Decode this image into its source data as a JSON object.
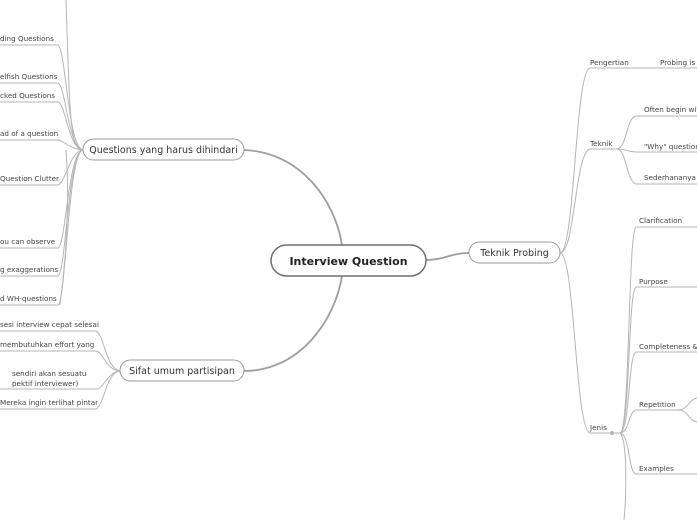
{
  "root": {
    "label": "Interview Question"
  },
  "left_branches": [
    {
      "label": "Questions yang harus dihindari",
      "children": [
        "ding Questions",
        "elfish Questions",
        "cked Questions",
        "ad of a question",
        "Question Clutter",
        "ou can observe",
        "g exaggerations",
        "d WH-questions"
      ]
    },
    {
      "label": "Sifat umum partisipan",
      "children": [
        "sesi interview cepat selesai",
        "membutuhkan effort yang",
        "sendiri akan sesuatu",
        "pektif interviewer)",
        "Mereka ingin terlihat pintar"
      ]
    }
  ],
  "right_branch": {
    "label": "Teknik Probing",
    "children": [
      {
        "label": "Pengertian",
        "children": [
          "Probing is a"
        ]
      },
      {
        "label": "Teknik",
        "children": [
          "Often begin wit",
          "\"Why\" question",
          "Sederhananya b"
        ]
      },
      {
        "label": "Jenis",
        "children": [
          "Clarification",
          "Purpose",
          "Completeness & a",
          "Repetition",
          "Examples"
        ]
      }
    ]
  }
}
